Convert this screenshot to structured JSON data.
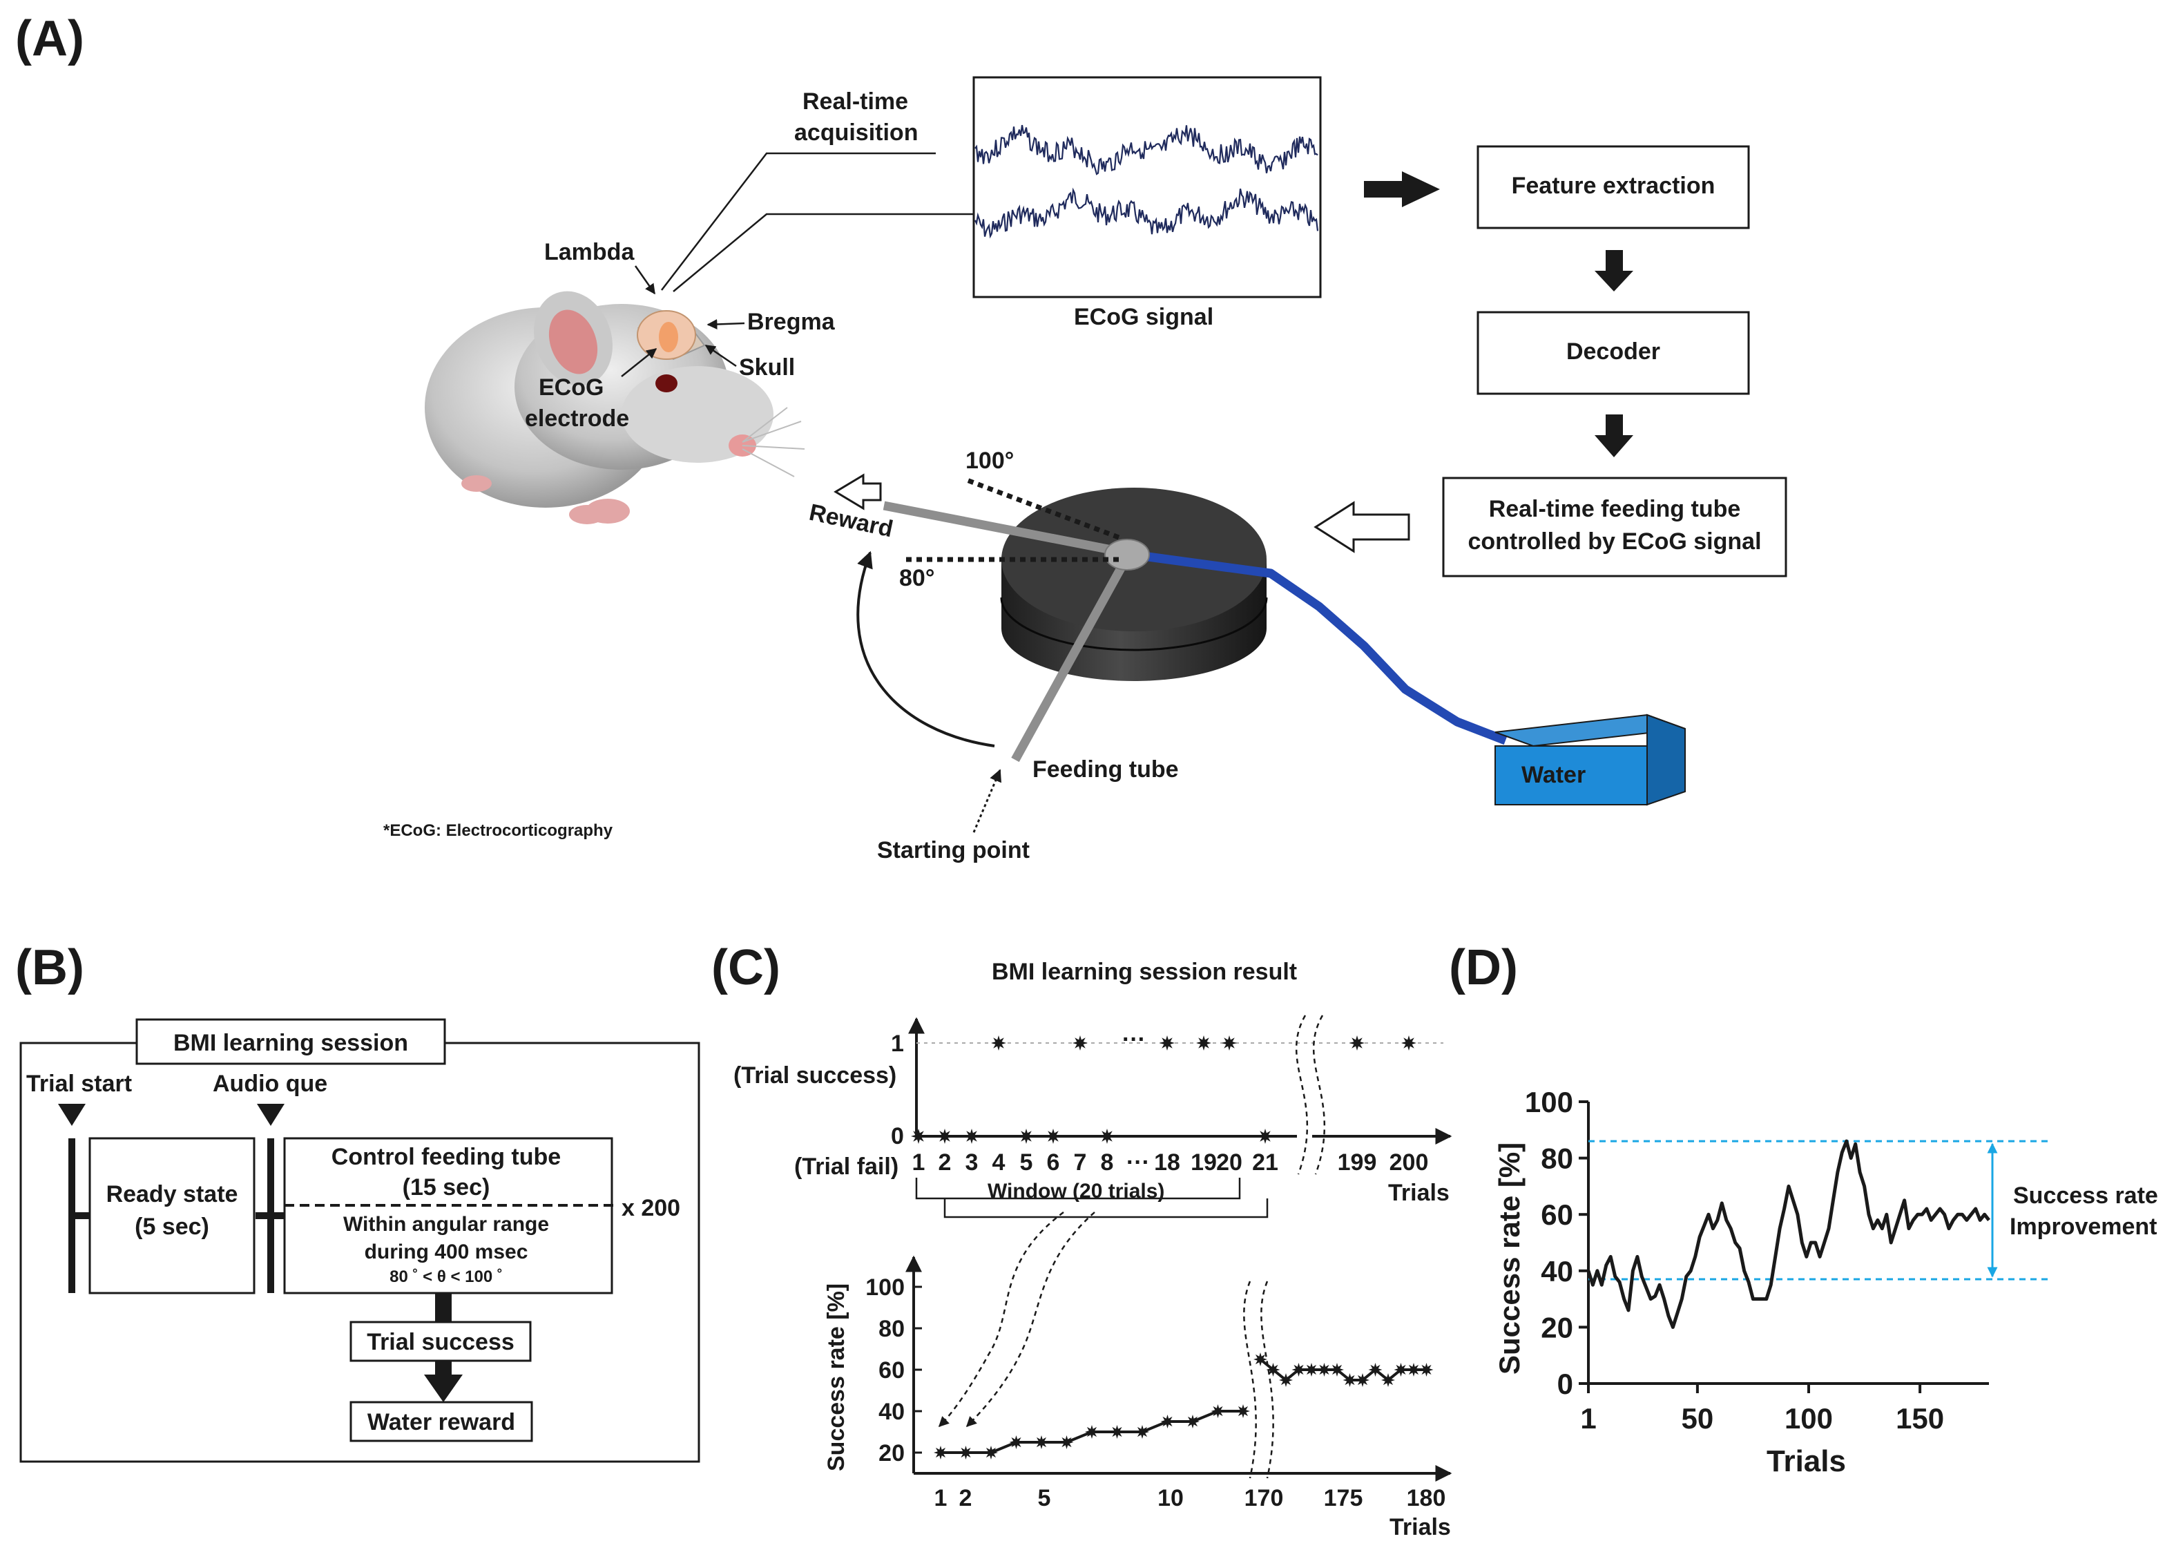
{
  "panel_labels": {
    "a": "(A)",
    "b": "(B)",
    "c": "(C)",
    "d": "(D)"
  },
  "panel_a": {
    "realtime_acquisition": [
      "Real-time",
      "acquisition"
    ],
    "ecog_signal": "ECoG signal",
    "feature_extraction": "Feature extraction",
    "decoder": "Decoder",
    "feeding_controlled": [
      "Real-time feeding tube",
      "controlled by ECoG signal"
    ],
    "lambda": "Lambda",
    "bregma": "Bregma",
    "skull": "Skull",
    "ecog_electrode": [
      "ECoG",
      "electrode"
    ],
    "footnote": "*ECoG: Electrocorticography",
    "angle_100": "100°",
    "angle_80": "80°",
    "reward": "Reward",
    "feeding_tube": "Feeding tube",
    "starting_point": "Starting point",
    "water": "Water"
  },
  "panel_b": {
    "session_title": "BMI learning session",
    "trial_start": "Trial start",
    "audio_que": "Audio que",
    "ready_state": [
      "Ready state",
      "(5 sec)"
    ],
    "control_title": [
      "Control feeding tube",
      "(15 sec)"
    ],
    "control_detail": [
      "Within angular range",
      "during 400 msec",
      "80 ˚ < θ < 100 ˚"
    ],
    "repeat": "x 200",
    "trial_success": "Trial success",
    "water_reward": "Water reward"
  },
  "panel_c": {
    "title": "BMI learning session result",
    "trial_success_label": "(Trial success)",
    "trial_fail_label": "(Trial fail)",
    "y_one": "1",
    "y_zero": "0",
    "top_ticks": [
      "1",
      "2",
      "3",
      "4",
      "5",
      "6",
      "7",
      "8",
      "···",
      "18",
      "19",
      "20",
      "21",
      "199",
      "200"
    ],
    "top_xlabel": "Trials",
    "window_label": "Window (20 trials)",
    "ellipsis": "···",
    "success_trials": [
      4,
      7,
      18,
      19,
      20,
      199,
      200
    ],
    "fail_trials": [
      1,
      2,
      3,
      5,
      6,
      8,
      21
    ],
    "bottom_ylabel": "Success rate [%]",
    "bottom_yticks": [
      "100",
      "80",
      "60",
      "40",
      "20"
    ],
    "bottom_xticks": [
      "1",
      "2",
      "5",
      "10",
      "170",
      "175",
      "180"
    ],
    "bottom_xlabel": "Trials"
  },
  "chart_data": {
    "type": "line",
    "title": "",
    "xlabel": "Trials",
    "ylabel": "Success rate [%]",
    "xticks": [
      "1",
      "50",
      "100",
      "150"
    ],
    "yticks": [
      "0",
      "20",
      "40",
      "60",
      "80",
      "100"
    ],
    "xlim": [
      1,
      181
    ],
    "ylim": [
      0,
      100
    ],
    "reference_lines": [
      37,
      86
    ],
    "annotation": [
      "Success rate",
      "Improvement"
    ],
    "series": [
      {
        "x": [
          1,
          3,
          5,
          7,
          9,
          11,
          13,
          15,
          17,
          19,
          21,
          23,
          25,
          27,
          29,
          31,
          33,
          35,
          37,
          39,
          41,
          43,
          45,
          47,
          49,
          51,
          53,
          55,
          57,
          59,
          61,
          63,
          65,
          67,
          69,
          71,
          73,
          75,
          77,
          79,
          81,
          83,
          85,
          87,
          89,
          91,
          93,
          95,
          97,
          99,
          101,
          103,
          105,
          107,
          109,
          111,
          113,
          115,
          117,
          119,
          121,
          123,
          125,
          127,
          129,
          131,
          133,
          135,
          137,
          139,
          141,
          143,
          145,
          147,
          149,
          151,
          153,
          155,
          157,
          159,
          161,
          163,
          165,
          167,
          169,
          171,
          173,
          175,
          177,
          179,
          181
        ],
        "values": [
          40,
          35,
          40,
          35,
          42,
          45,
          38,
          36,
          30,
          26,
          40,
          45,
          38,
          34,
          30,
          31,
          35,
          30,
          24,
          20,
          25,
          30,
          38,
          40,
          45,
          52,
          56,
          60,
          55,
          58,
          64,
          58,
          55,
          50,
          48,
          40,
          36,
          30,
          30,
          30,
          30,
          35,
          45,
          55,
          62,
          70,
          65,
          60,
          50,
          45,
          50,
          50,
          45,
          50,
          55,
          65,
          75,
          82,
          86,
          80,
          85,
          75,
          70,
          60,
          55,
          58,
          55,
          60,
          50,
          55,
          60,
          65,
          55,
          58,
          60,
          60,
          62,
          58,
          60,
          62,
          60,
          55,
          58,
          60,
          60,
          58,
          60,
          62,
          58,
          60,
          58
        ]
      }
    ]
  }
}
